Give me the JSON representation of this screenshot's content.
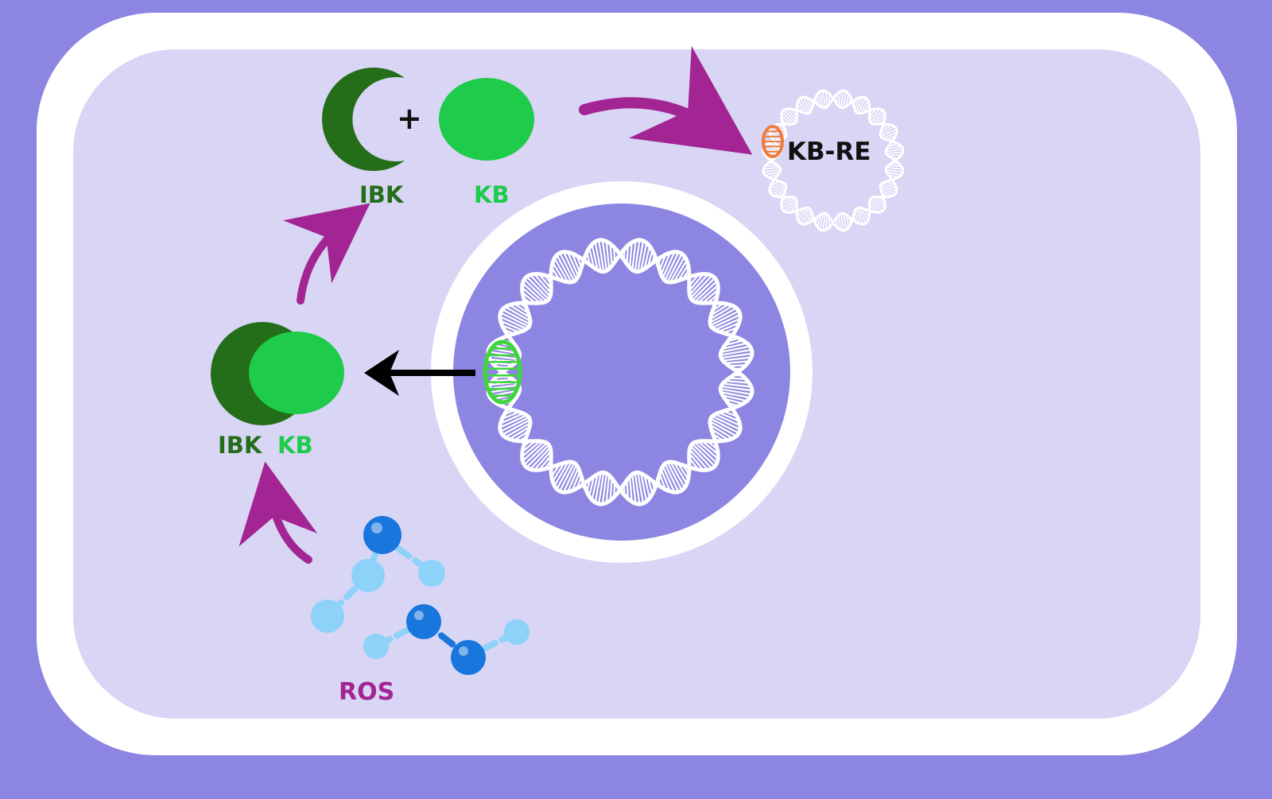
{
  "labels": {
    "ibk_top": "IBK",
    "kb_top": "KB",
    "plus": "+",
    "kb_re": "KB-RE",
    "ibk_complex": "IBK",
    "kb_complex": "KB",
    "ros": "ROS"
  },
  "colors": {
    "background": "#8c86e2",
    "cell_membrane": "#ffffff",
    "cytoplasm": "#d8d5f5",
    "nucleus": "#8c86e2",
    "dna": "#ffffff",
    "ibk": "#246e1a",
    "kb": "#1ecb4b",
    "kb_re_site": "#f07b3a",
    "gene_site": "#3ed63a",
    "arrow_signal": "#a32593",
    "arrow_expression": "#000000",
    "ros_dark": "#1976dc",
    "ros_light": "#8dd2f8",
    "ros_label": "#a32593"
  },
  "icons": {
    "ibk_top": "ibk-crescent-icon",
    "kb_top": "kb-oval-icon",
    "complex": "ibk-kb-complex-icon",
    "dna_plasmid": "dna-plasmid-icon",
    "dna_nuclear": "dna-ring-icon",
    "ros": "ros-molecule-icon"
  }
}
